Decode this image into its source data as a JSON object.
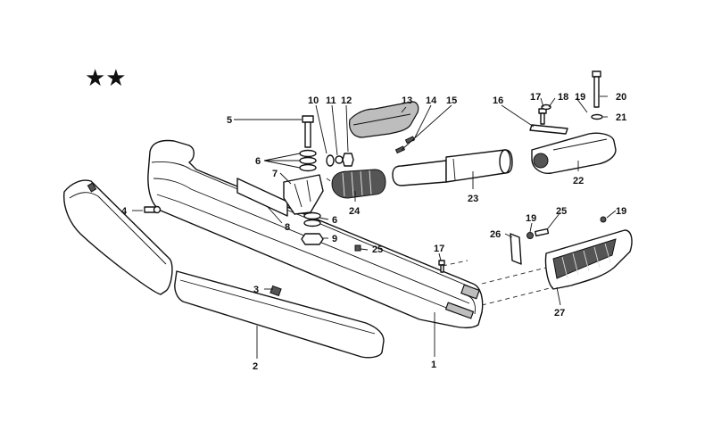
{
  "marker": {
    "symbol": "★★"
  },
  "callouts": [
    {
      "id": "c1",
      "text": "1"
    },
    {
      "id": "c2",
      "text": "2"
    },
    {
      "id": "c3",
      "text": "3"
    },
    {
      "id": "c4",
      "text": "4"
    },
    {
      "id": "c5",
      "text": "5"
    },
    {
      "id": "c6a",
      "text": "6"
    },
    {
      "id": "c6b",
      "text": "6"
    },
    {
      "id": "c7",
      "text": "7"
    },
    {
      "id": "c8",
      "text": "8"
    },
    {
      "id": "c9",
      "text": "9"
    },
    {
      "id": "c10",
      "text": "10"
    },
    {
      "id": "c11",
      "text": "11"
    },
    {
      "id": "c12",
      "text": "12"
    },
    {
      "id": "c13",
      "text": "13"
    },
    {
      "id": "c14",
      "text": "14"
    },
    {
      "id": "c15",
      "text": "15"
    },
    {
      "id": "c16",
      "text": "16"
    },
    {
      "id": "c17a",
      "text": "17"
    },
    {
      "id": "c17b",
      "text": "17"
    },
    {
      "id": "c18",
      "text": "18"
    },
    {
      "id": "c19a",
      "text": "19"
    },
    {
      "id": "c19b",
      "text": "19"
    },
    {
      "id": "c19c",
      "text": "19"
    },
    {
      "id": "c20",
      "text": "20"
    },
    {
      "id": "c21",
      "text": "21"
    },
    {
      "id": "c22",
      "text": "22"
    },
    {
      "id": "c23",
      "text": "23"
    },
    {
      "id": "c24",
      "text": "24"
    },
    {
      "id": "c25a",
      "text": "25"
    },
    {
      "id": "c25b",
      "text": "25"
    },
    {
      "id": "c26",
      "text": "26"
    },
    {
      "id": "c27",
      "text": "27"
    }
  ]
}
